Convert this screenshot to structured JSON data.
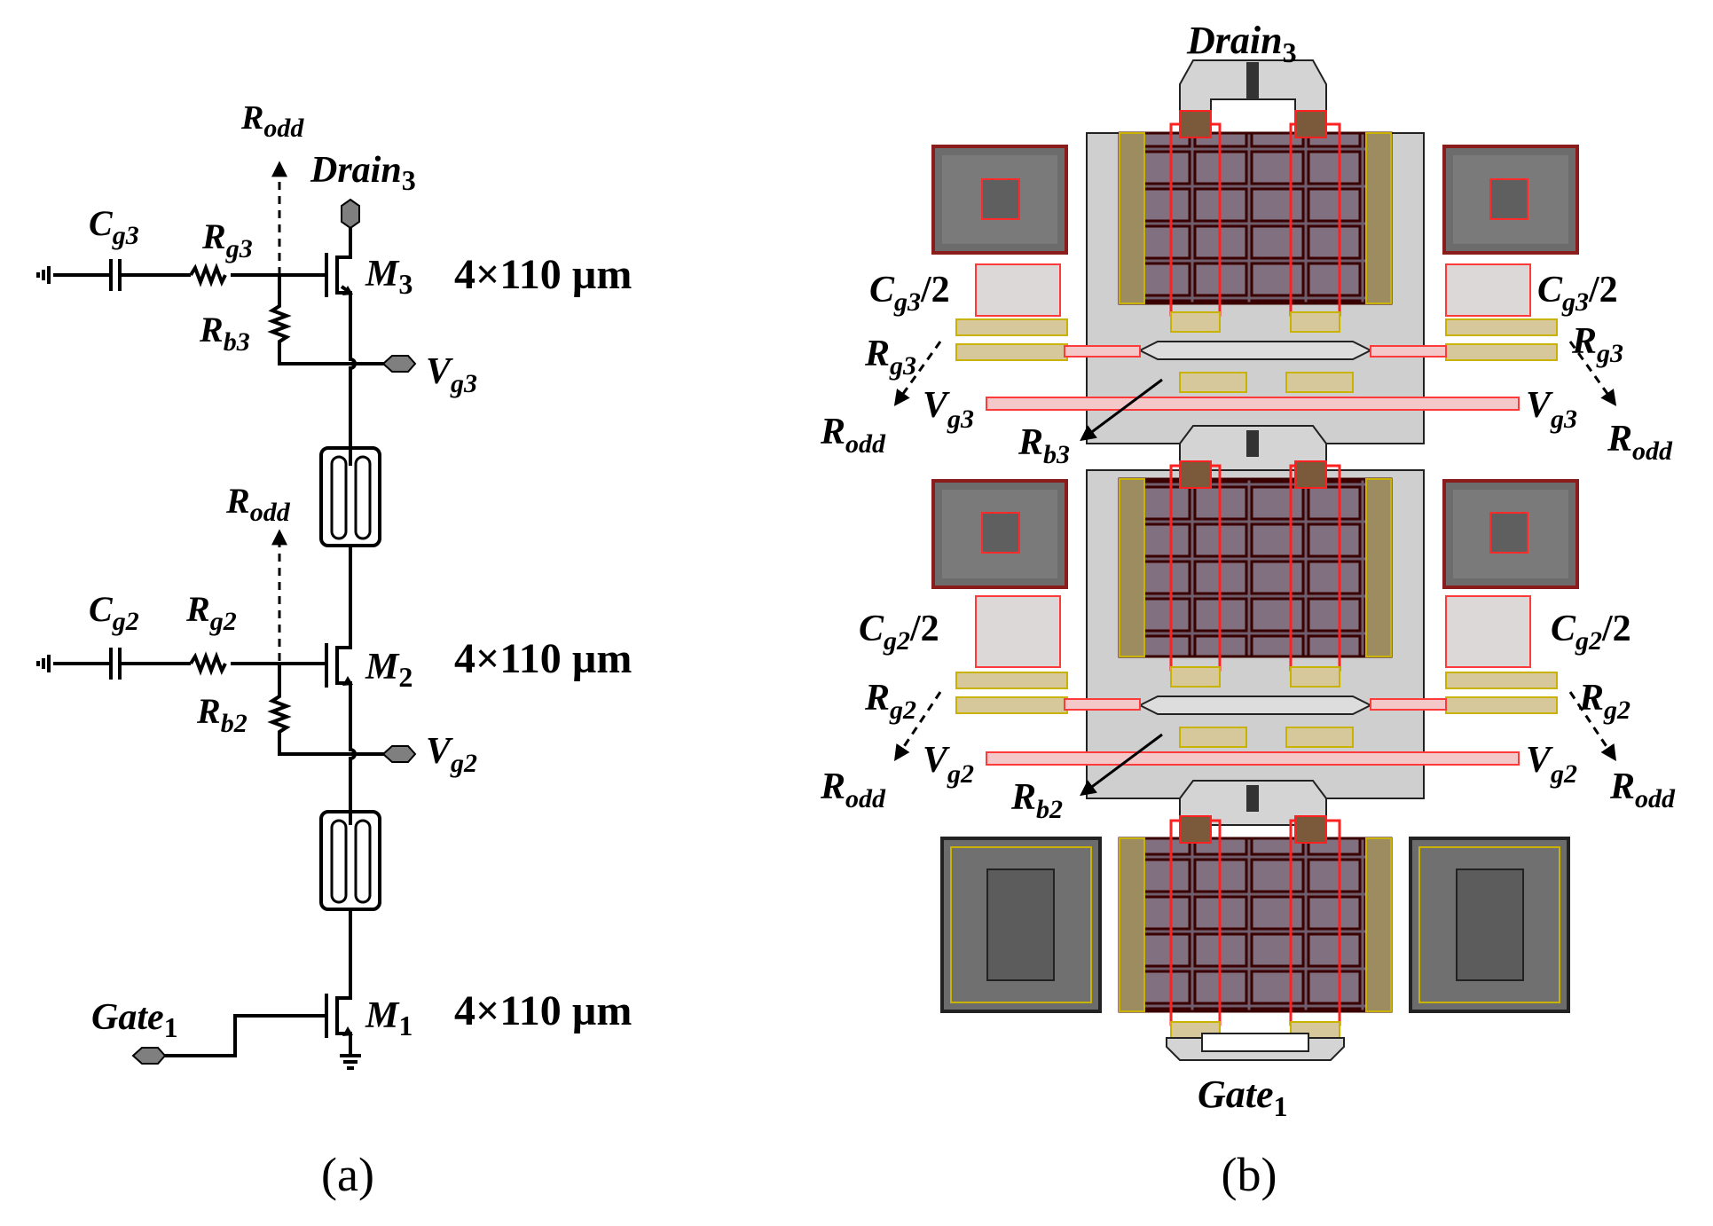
{
  "panel_a": {
    "caption": "(a)",
    "labels": {
      "rodd_top": "R",
      "rodd_top_sub": "odd",
      "drain3": "Drain",
      "drain3_sub": "3",
      "cg3": "C",
      "cg3_sub": "g3",
      "rg3": "R",
      "rg3_sub": "g3",
      "m3": "M",
      "m3_sub": "3",
      "m3_size": "4×110 µm",
      "rb3": "R",
      "rb3_sub": "b3",
      "vg3": "V",
      "vg3_sub": "g3",
      "rodd_mid": "R",
      "rodd_mid_sub": "odd",
      "cg2": "C",
      "cg2_sub": "g2",
      "rg2": "R",
      "rg2_sub": "g2",
      "m2": "M",
      "m2_sub": "2",
      "m2_size": "4×110 µm",
      "rb2": "R",
      "rb2_sub": "b2",
      "vg2": "V",
      "vg2_sub": "g2",
      "gate1": "Gate",
      "gate1_sub": "1",
      "m1": "M",
      "m1_sub": "1",
      "m1_size": "4×110 µm"
    }
  },
  "panel_b": {
    "caption": "(b)",
    "labels": {
      "drain3": "Drain",
      "drain3_sub": "3",
      "cg3_left": "C",
      "cg3_left_sub": "g3",
      "cg3_left_suffix": "/2",
      "cg3_right": "C",
      "cg3_right_sub": "g3",
      "cg3_right_suffix": "/2",
      "rg3_left": "R",
      "rg3_left_sub": "g3",
      "rg3_right": "R",
      "rg3_right_sub": "g3",
      "vg3_left": "V",
      "vg3_left_sub": "g3",
      "vg3_right": "V",
      "vg3_right_sub": "g3",
      "rodd_l1": "R",
      "rodd_l1_sub": "odd",
      "rodd_r1": "R",
      "rodd_r1_sub": "odd",
      "rb3": "R",
      "rb3_sub": "b3",
      "cg2_left": "C",
      "cg2_left_sub": "g2",
      "cg2_left_suffix": "/2",
      "cg2_right": "C",
      "cg2_right_sub": "g2",
      "cg2_right_suffix": "/2",
      "rg2_left": "R",
      "rg2_left_sub": "g2",
      "rg2_right": "R",
      "rg2_right_sub": "g2",
      "vg2_left": "V",
      "vg2_left_sub": "g2",
      "vg2_right": "V",
      "vg2_right_sub": "g2",
      "rodd_l2": "R",
      "rodd_l2_sub": "odd",
      "rodd_r2": "R",
      "rodd_r2_sub": "odd",
      "rb2": "R",
      "rb2_sub": "b2",
      "gate1": "Gate",
      "gate1_sub": "1"
    }
  }
}
